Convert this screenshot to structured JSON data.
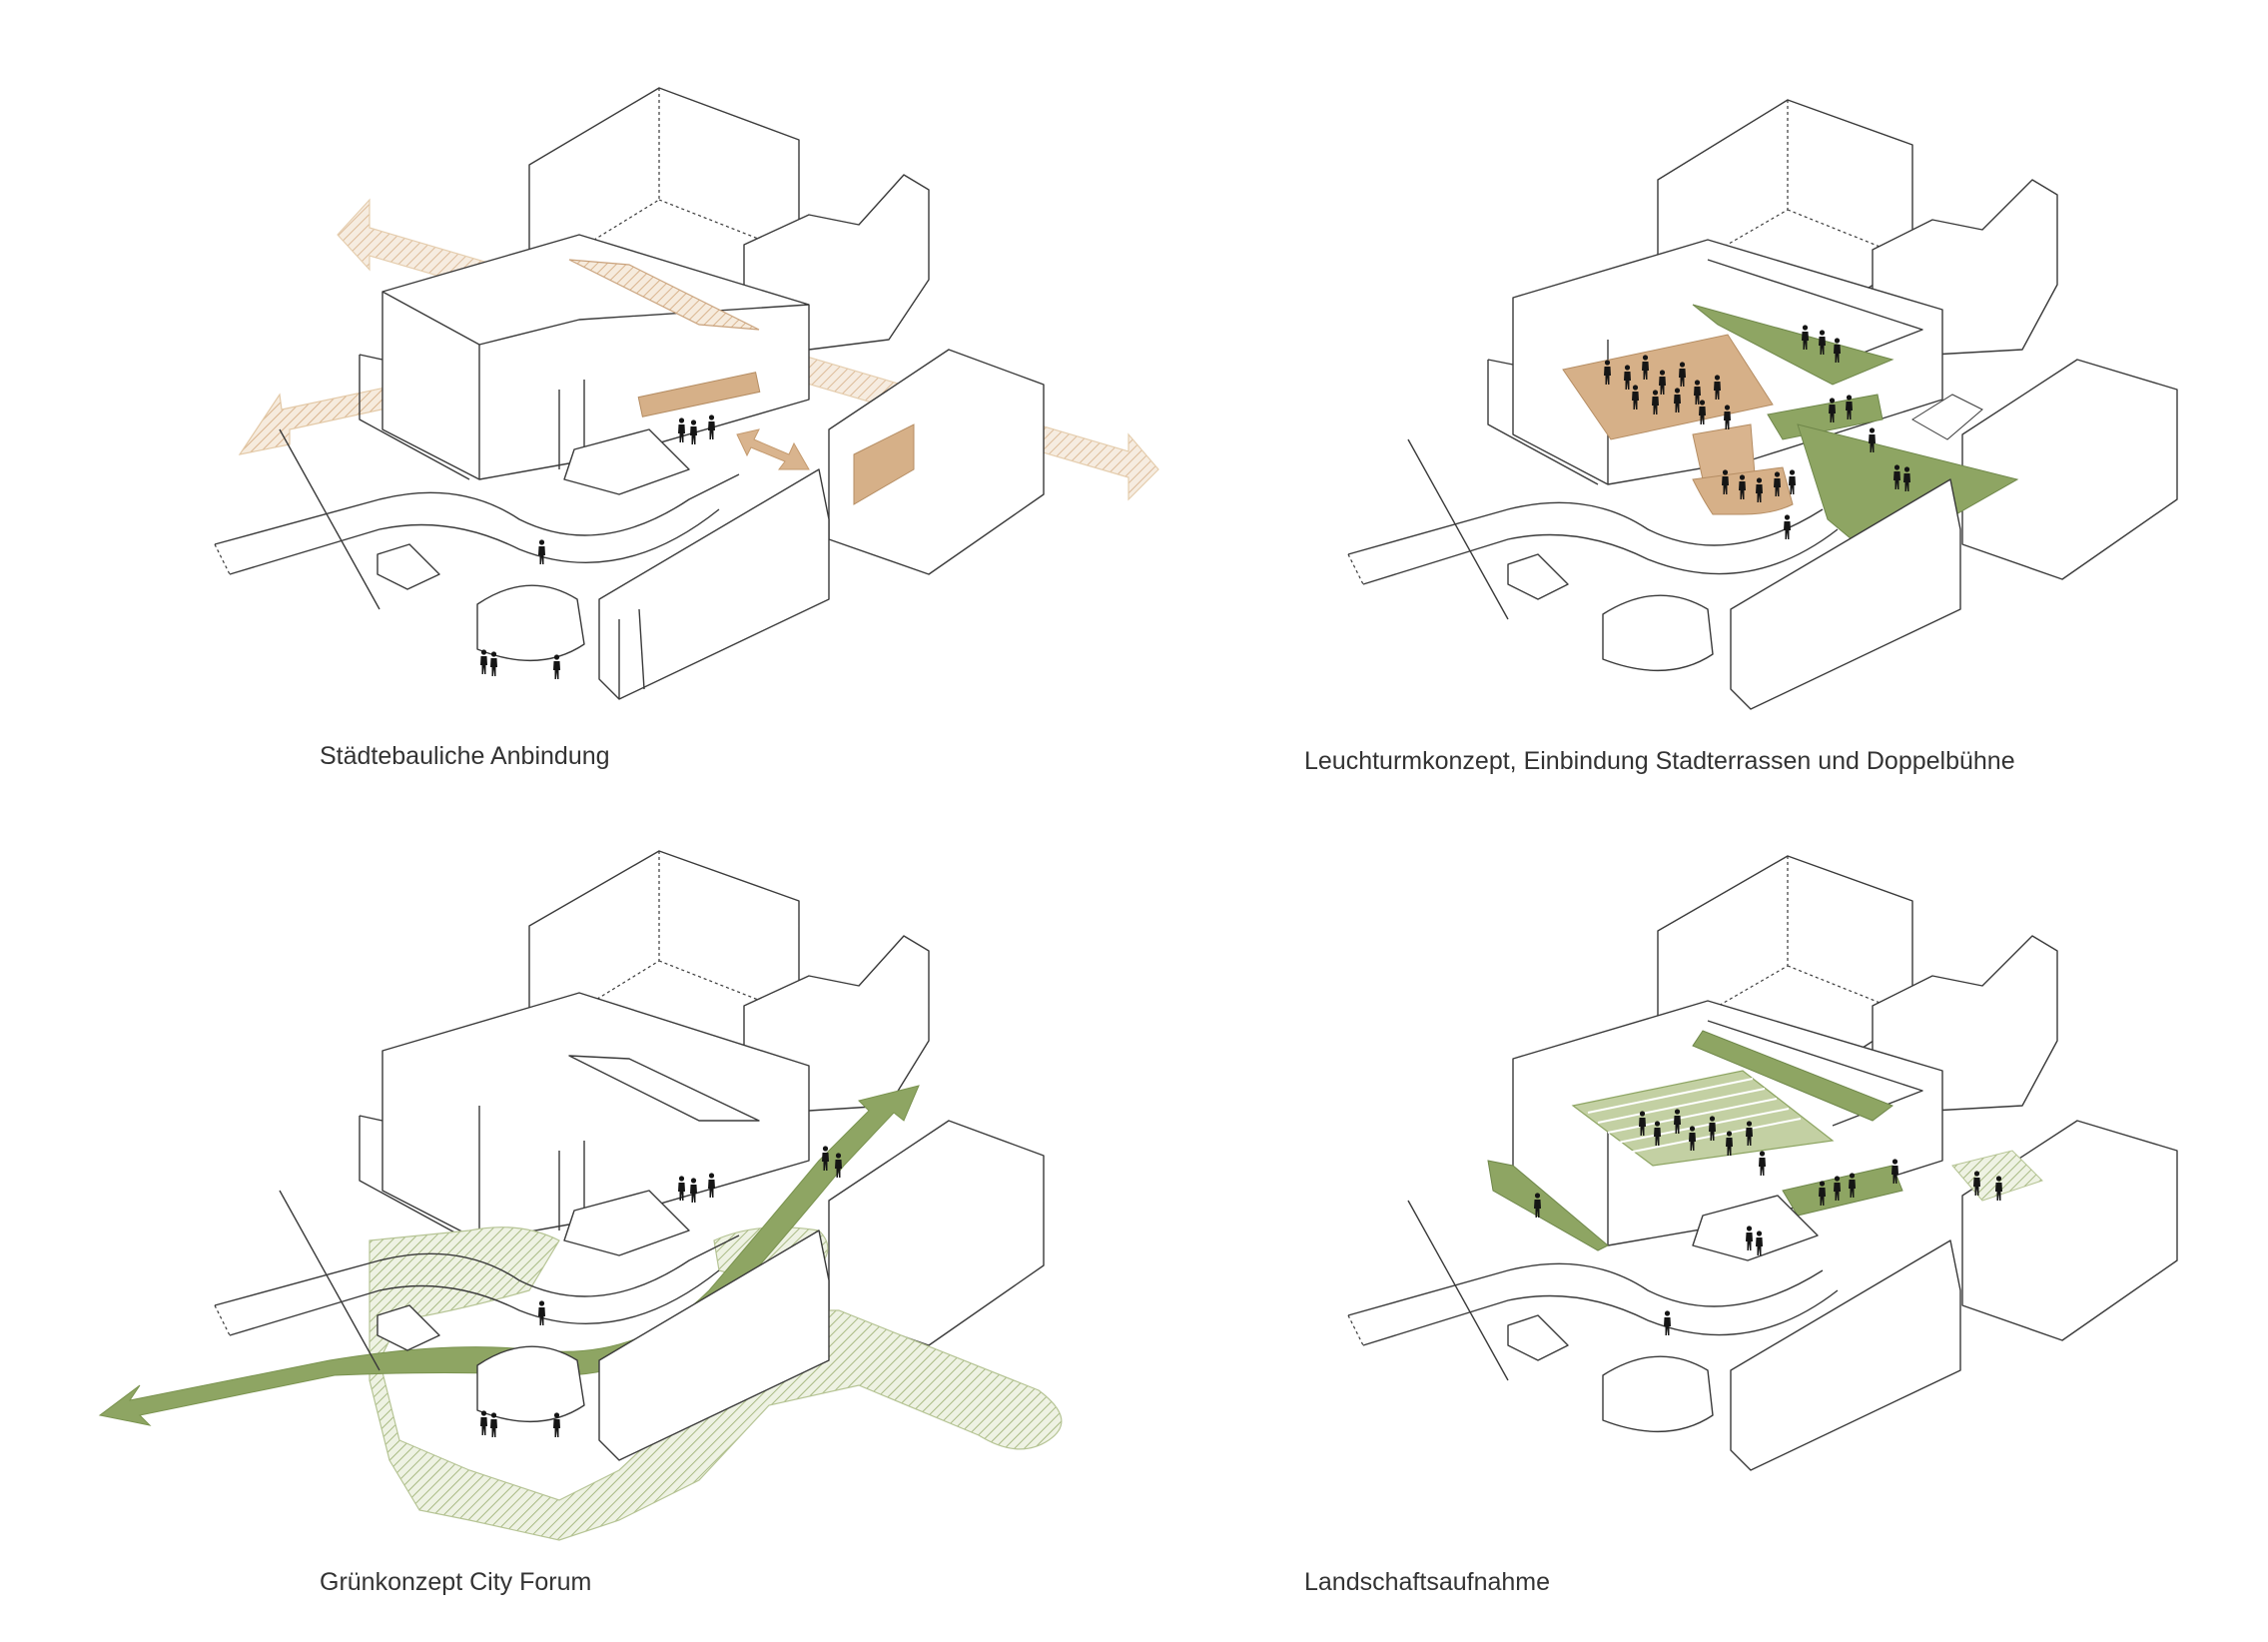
{
  "panels": [
    {
      "id": "top-left",
      "caption": "Städtebauliche Anbindung"
    },
    {
      "id": "top-right",
      "caption": "Leuchturmkonzept, Einbindung Stadterrassen und Doppelbühne"
    },
    {
      "id": "bottom-left",
      "caption": "Grünkonzept City Forum"
    },
    {
      "id": "bottom-right",
      "caption": "Landschaftsaufnahme"
    }
  ],
  "colors": {
    "line": "#3a3a3a",
    "ochre": "#d6b088",
    "ochre_light": "#ead2b5",
    "green": "#8ea563",
    "green_light": "#c3d0a3",
    "green_hatch": "#a9ba84",
    "people": "#151515",
    "caption": "#333333"
  }
}
